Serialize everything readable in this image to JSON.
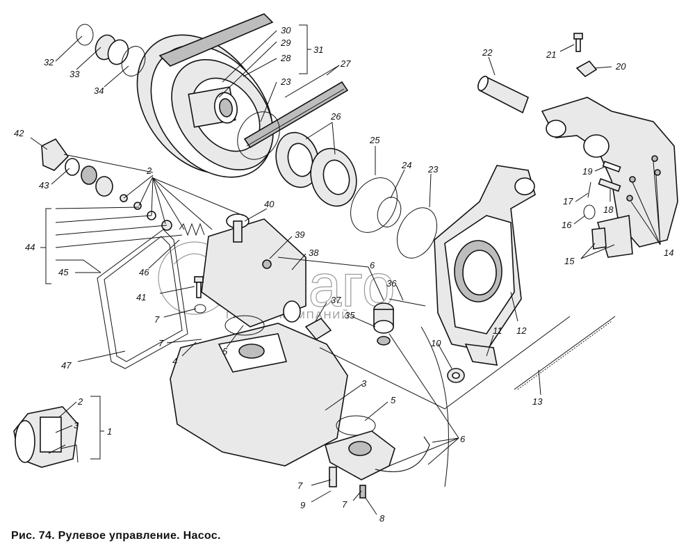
{
  "caption": "Рис. 74. Рулевое управление. Насос.",
  "watermark": {
    "text": "белаго",
    "subtext": "ГРУППА КОМПАНИЙ"
  },
  "labels": {
    "n1": "1",
    "n2": "2",
    "n3": "3",
    "n4": "4",
    "n5": "5",
    "n6": "6",
    "n7": "7",
    "n8": "8",
    "n9": "9",
    "n10": "10",
    "n11": "11",
    "n12": "12",
    "n13": "13",
    "n14": "14",
    "n15": "15",
    "n16": "16",
    "n17": "17",
    "n18": "18",
    "n19": "19",
    "n20": "20",
    "n21": "21",
    "n22": "22",
    "n23": "23",
    "n24": "24",
    "n25": "25",
    "n26": "26",
    "n27": "27",
    "n28": "28",
    "n29": "29",
    "n30": "30",
    "n31": "31",
    "n32": "32",
    "n33": "33",
    "n34": "34",
    "n35": "35",
    "n36": "36",
    "n37": "37",
    "n38": "38",
    "n39": "39",
    "n40": "40",
    "n41": "41",
    "n42": "42",
    "n43": "43",
    "n44": "44",
    "n45": "45",
    "n46": "46",
    "n47": "47"
  }
}
